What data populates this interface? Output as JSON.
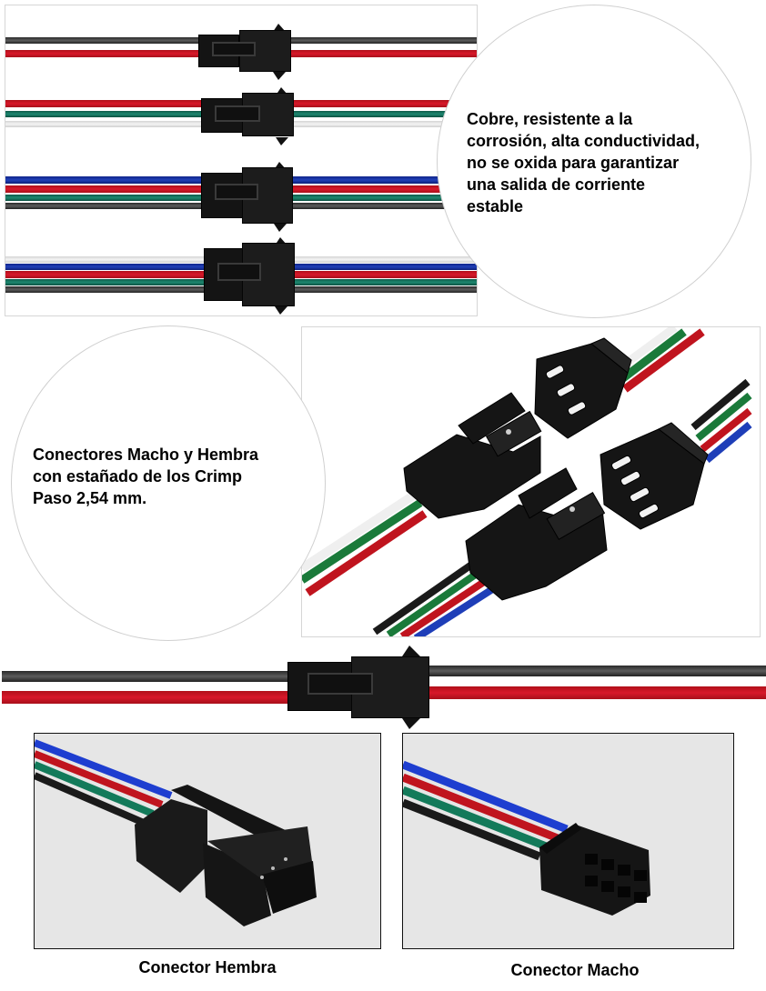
{
  "sections": {
    "top_features": {
      "text": "Cobre, resistente a la corrosión, alta conductividad, no se oxida para garantizar una salida de corriente estable",
      "lines": [
        "Cobre, resistente a la",
        "corrosión, alta conductividad,",
        "no se oxida para garantizar",
        "una salida de corriente",
        "estable"
      ],
      "image": "straight-connector-cables-2-3-4-5-pin"
    },
    "middle_features": {
      "text": "Conectores Macho y Hembra con estañado de los Crimp Paso 2,54 mm.",
      "lines": [
        "Conectores Macho y Hembra",
        "con estañado de los Crimp",
        "Paso 2,54 mm."
      ],
      "image": "male-female-connectors-angled"
    },
    "single_connector": {
      "image": "two-wire-connector-black-red"
    },
    "bottom_photos": [
      {
        "caption": "Conector Hembra",
        "image": "female-connector-rgb-wires"
      },
      {
        "caption": "Conector Macho",
        "image": "male-connector-rgb-wires"
      }
    ]
  },
  "colors": {
    "wire_black": "#2a2a2a",
    "wire_red": "#d8182a",
    "wire_green": "#1d8870",
    "wire_blue": "#2040b8",
    "wire_white": "#f0f0f0",
    "connector": "#141414",
    "photo_bg": "#e6e6e6"
  }
}
